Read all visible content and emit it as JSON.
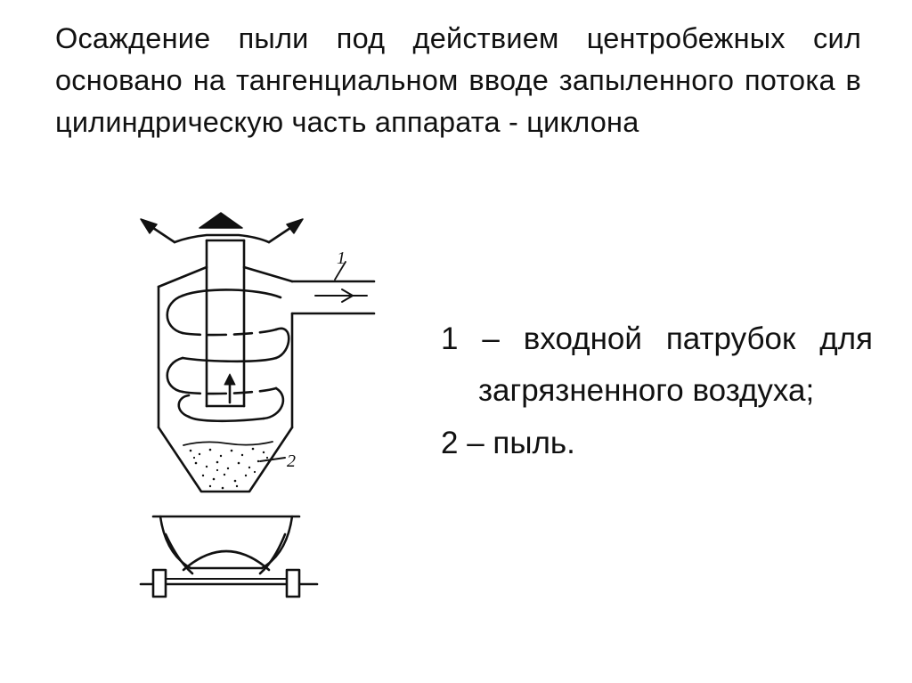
{
  "slide": {
    "title": "Осаждение пыли под действием центробежных сил основано на тангенциальном вводе запыленного потока в цилиндрическую часть аппарата - циклона"
  },
  "diagram": {
    "label_1": "1",
    "label_2": "2"
  },
  "legend": {
    "items": [
      {
        "text": "1 – входной патрубок для загрязненного воздуха;"
      },
      {
        "text": "2 – пыль."
      }
    ]
  },
  "colors": {
    "background": "#ffffff",
    "ink": "#111111"
  }
}
